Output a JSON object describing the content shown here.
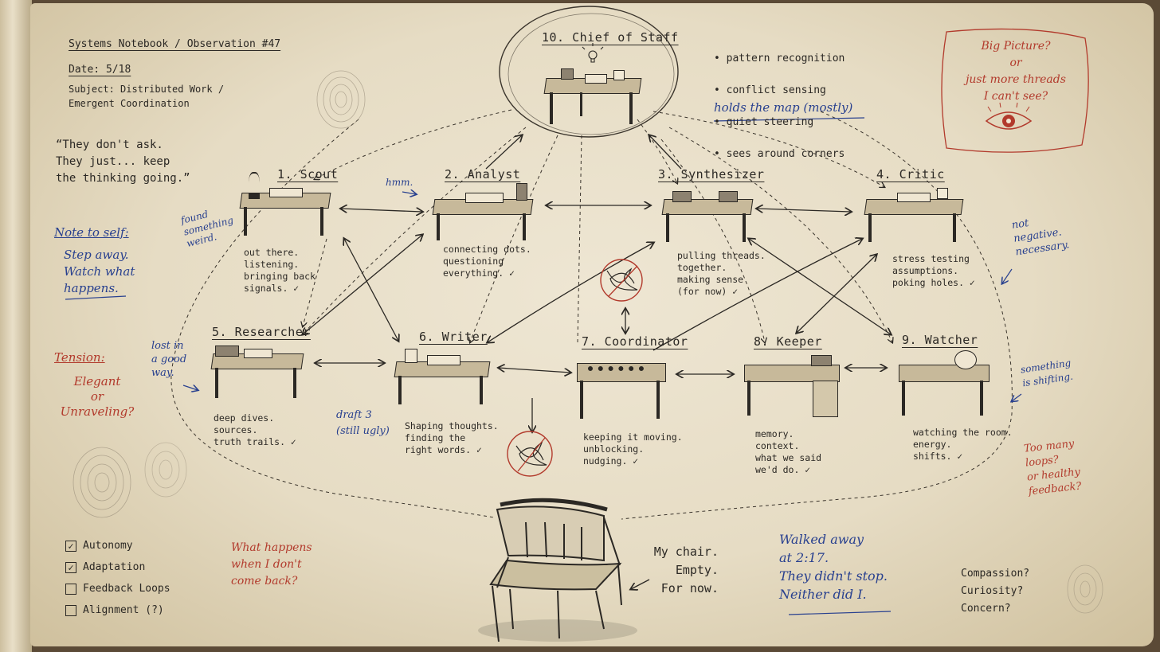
{
  "header": {
    "title": "Systems Notebook / Observation #47",
    "date": "Date: 5/18",
    "subject": "Subject: Distributed Work /\nEmergent Coordination"
  },
  "quote": "“They don't ask.\nThey just... keep\nthe thinking going.”",
  "hub": {
    "label": "10. Chief of Staff",
    "traits": [
      "• pattern recognition",
      "• conflict sensing",
      "• quiet steering",
      "• sees around corners"
    ],
    "note": "holds the map (mostly)"
  },
  "big_picture": "Big Picture?\nor\njust more threads\nI can't see?",
  "roles": [
    {
      "label": "1. Scout",
      "desc": "out there.\nlistening.\nbringing back\nsignals. ✓"
    },
    {
      "label": "2. Analyst",
      "desc": "connecting dots.\nquestioning\neverything. ✓"
    },
    {
      "label": "3. Synthesizer",
      "desc": "pulling threads.\ntogether.\nmaking sense\n(for now) ✓"
    },
    {
      "label": "4. Critic",
      "desc": "stress testing\nassumptions.\npoking holes. ✓"
    },
    {
      "label": "5. Researcher",
      "desc": "deep dives.\nsources.\ntruth trails. ✓"
    },
    {
      "label": "6. Writer",
      "desc": "Shaping thoughts.\nfinding the\nright words. ✓"
    },
    {
      "label": "7. Coordinator",
      "desc": "keeping it moving.\nunblocking.\nnudging. ✓"
    },
    {
      "label": "8. Keeper",
      "desc": "memory.\ncontext.\nwhat we said\nwe'd do. ✓"
    },
    {
      "label": "9. Watcher",
      "desc": "watching the room.\nenergy.\nshifts. ✓"
    }
  ],
  "margin_notes": {
    "hmm": "hmm.",
    "found": "found\nsomething\nweird.",
    "note_to_self_title": "Note to self:",
    "note_to_self_body": "Step away.\nWatch what\nhappens.",
    "lost": "lost in\na good\nway.",
    "tension_title": "Tension:",
    "tension_body": "Elegant\nor\nUnraveling?",
    "draft": "draft 3\n(still ugly)",
    "not_negative": "not\nnegative.\nnecessary.",
    "something_shifting": "something\nis shifting.",
    "too_many_loops": "Too many\nloops?\nor healthy\nfeedback?",
    "what_happens": "What happens\nwhen I don't\ncome back?",
    "my_chair": "My chair.\nEmpty.\nFor now.",
    "walked_away": "Walked away\nat 2:17.\nThey didn't stop.\nNeither did I.",
    "compassion": "Compassion?\nCuriosity?\nConcern?"
  },
  "checklist": [
    {
      "label": "Autonomy",
      "checked": true
    },
    {
      "label": "Adaptation",
      "checked": true
    },
    {
      "label": "Feedback Loops",
      "checked": false
    },
    {
      "label": "Alignment (?)",
      "checked": false
    }
  ],
  "colors": {
    "paper": "#e9e0ca",
    "ink": "#2b2824",
    "blue_ink": "#28408f",
    "red_ink": "#b23a2c"
  },
  "icons": [
    "eye-icon",
    "lightbulb-icon",
    "plant-icon",
    "coffee-mug-icon",
    "tangle-icon",
    "chair-icon",
    "fingerprint-icon",
    "checkmark-icon"
  ]
}
